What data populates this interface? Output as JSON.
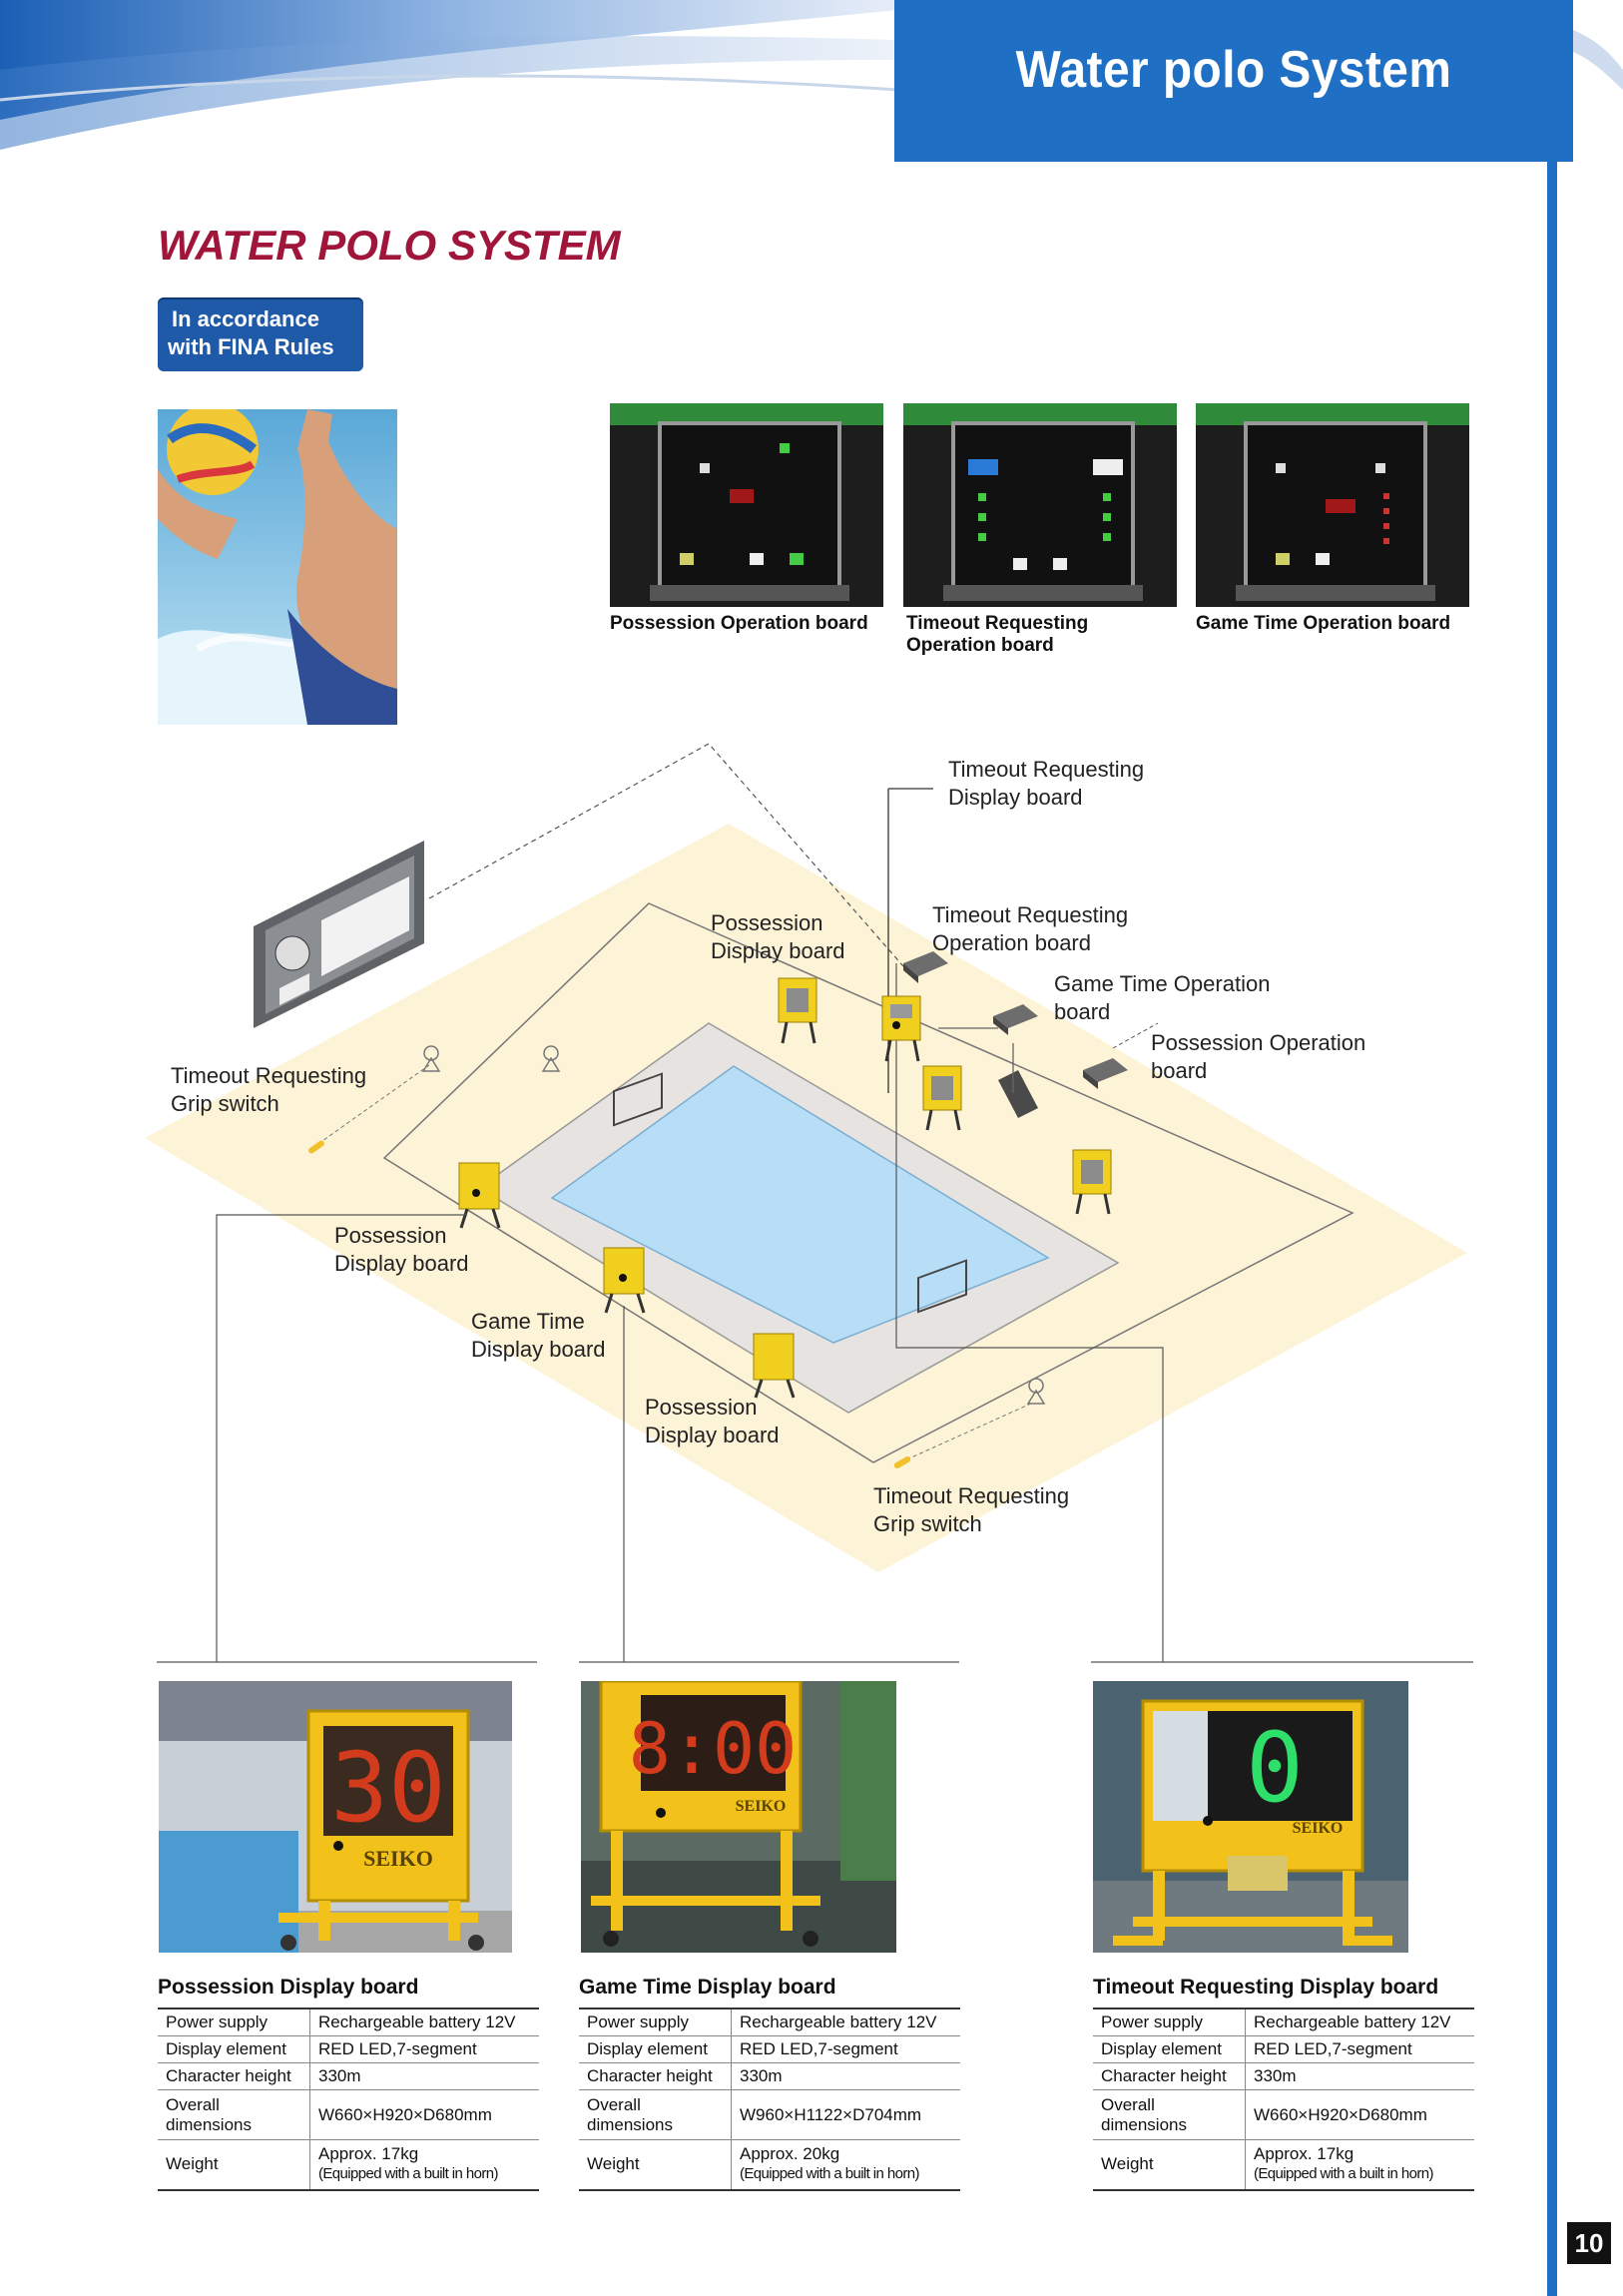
{
  "header": {
    "title": "Water polo System",
    "page_number": "10",
    "accent": "#1f6fc4"
  },
  "main": {
    "title": "WATER POLO SYSTEM",
    "badge_line1": "In accordance",
    "badge_line2": "with FINA Rules",
    "title_color": "#a0163a"
  },
  "board_photos": [
    {
      "caption": "Possession Operation board"
    },
    {
      "caption_line1": "Timeout Requesting",
      "caption_line2": "Operation board"
    },
    {
      "caption": "Game Time Operation board"
    }
  ],
  "diagram": {
    "labels": {
      "timeout_display_1": "Timeout Requesting",
      "timeout_display_2": "Display board",
      "timeout_op_1": "Timeout Requesting",
      "timeout_op_2": "Operation board",
      "possession_top_1": "Possession",
      "possession_top_2": "Display board",
      "game_op_1": "Game Time Operation",
      "game_op_2": "board",
      "possession_op_1": "Possession Operation",
      "possession_op_2": "board",
      "grip_left_1": "Timeout Requesting",
      "grip_left_2": "Grip switch",
      "possession_left_1": "Possession",
      "possession_left_2": "Display board",
      "game_display_1": "Game Time",
      "game_display_2": "Display board",
      "possession_bottom_1": "Possession",
      "possession_bottom_2": "Display board",
      "grip_bottom_1": "Timeout Requesting",
      "grip_bottom_2": "Grip switch"
    }
  },
  "display_boards": [
    {
      "title": "Possession Display board",
      "photo_digits": "30",
      "brand": "SEIKO",
      "specs": [
        {
          "k": "Power supply",
          "v": "Rechargeable battery 12V"
        },
        {
          "k": "Display element",
          "v": "RED LED,7-segment"
        },
        {
          "k": "Character height",
          "v": "330m"
        },
        {
          "k": "Overall dimensions",
          "v": "W660×H920×D680mm"
        },
        {
          "k": "Weight",
          "v": "Approx. 17kg",
          "v2": "(Equipped with a built in horn)"
        }
      ]
    },
    {
      "title": "Game Time Display  board",
      "photo_digits": "8:00",
      "brand": "SEIKO",
      "specs": [
        {
          "k": "Power supply",
          "v": "Rechargeable battery 12V"
        },
        {
          "k": "Display element",
          "v": "RED LED,7-segment"
        },
        {
          "k": "Character height",
          "v": "330m"
        },
        {
          "k": "Overall dimensions",
          "v": "W960×H1122×D704mm"
        },
        {
          "k": "Weight",
          "v": "Approx. 20kg",
          "v2": " (Equipped with a built in horn)"
        }
      ]
    },
    {
      "title": "Timeout Requesting  Display board",
      "photo_digits": "0",
      "brand": "SEIKO",
      "specs": [
        {
          "k": "Power supply",
          "v": "Rechargeable battery 12V"
        },
        {
          "k": "Display element",
          "v": "RED LED,7-segment"
        },
        {
          "k": "Character height",
          "v": "330m"
        },
        {
          "k": "Overall dimensions",
          "v": "W660×H920×D680mm"
        },
        {
          "k": "Weight",
          "v": "Approx. 17kg",
          "v2": "(Equipped with a built in horn)"
        }
      ]
    }
  ]
}
